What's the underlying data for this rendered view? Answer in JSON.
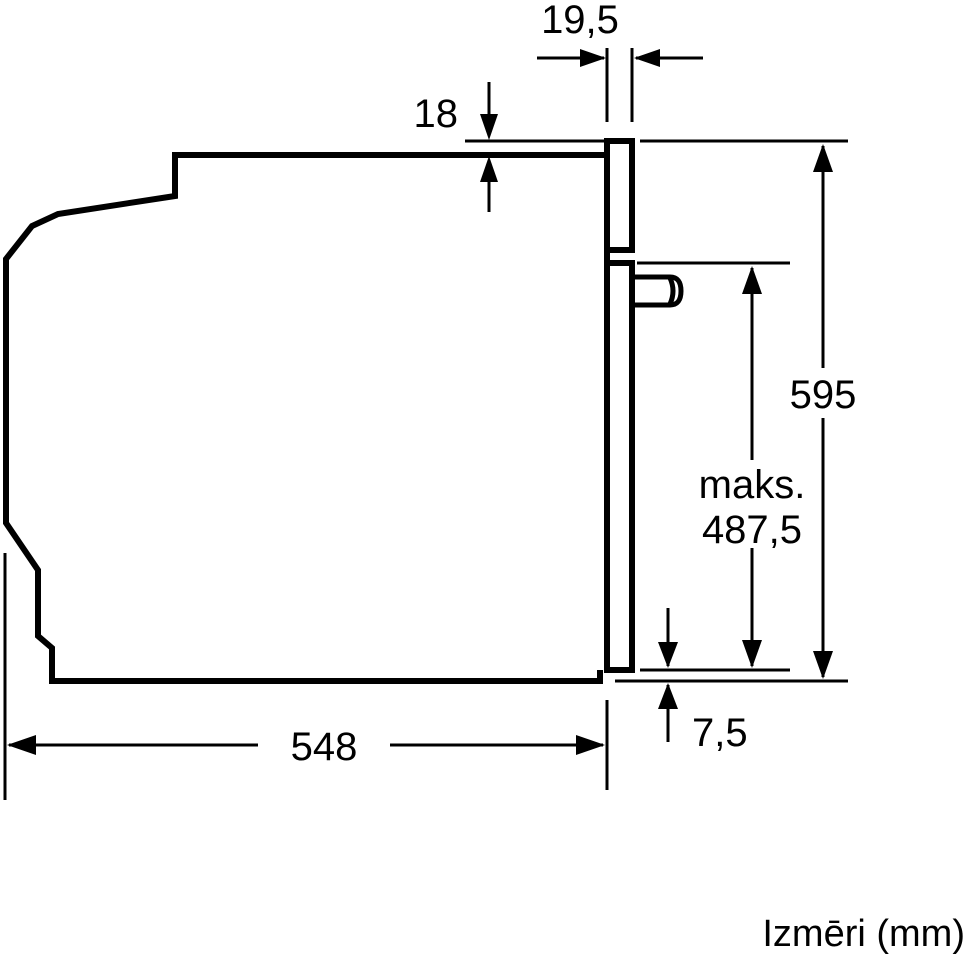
{
  "document": {
    "type": "technical-dimension-drawing",
    "subject": "built-in oven side view",
    "units_caption": "Izmēri (mm)",
    "background_color": "#ffffff",
    "line_color": "#000000"
  },
  "dimensions": {
    "depth_front_panel": "19,5",
    "top_offset": "18",
    "total_height": "595",
    "max_recess_height": "maks.",
    "max_recess_value": "487,5",
    "bottom_offset": "7,5",
    "body_depth": "548"
  },
  "labels": {
    "dim_19_5": "19,5",
    "dim_18": "18",
    "dim_595": "595",
    "dim_maks": "maks.",
    "dim_487_5": "487,5",
    "dim_7_5": "7,5",
    "dim_548": "548",
    "caption": "Izmēri (mm)"
  }
}
